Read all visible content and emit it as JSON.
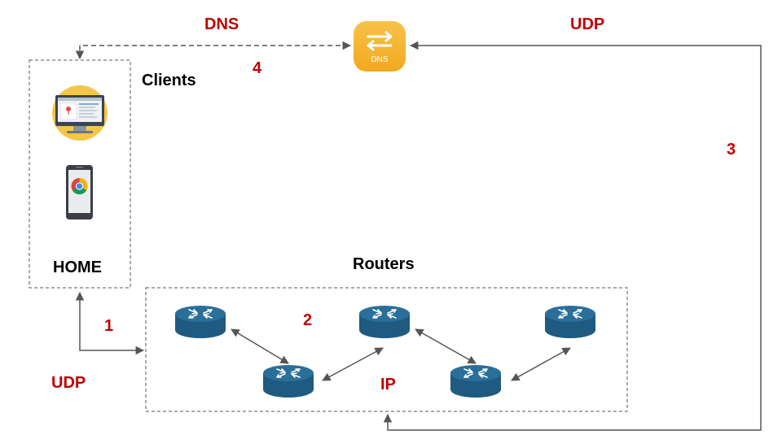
{
  "labels": {
    "dns": "DNS",
    "udp_top": "UDP",
    "udp_bottom": "UDP",
    "ip": "IP",
    "clients": "Clients",
    "home": "HOME",
    "routers": "Routers"
  },
  "steps": [
    "1",
    "2",
    "3",
    "4"
  ],
  "dns_server": {
    "icon_text": "DNS",
    "icon": "dns-exchange-icon"
  },
  "client_devices": [
    {
      "icon": "desktop-monitor-icon"
    },
    {
      "icon": "smartphone-chrome-icon"
    }
  ],
  "routers": [
    {
      "icon": "router-icon"
    },
    {
      "icon": "router-icon"
    },
    {
      "icon": "router-icon"
    },
    {
      "icon": "router-icon"
    },
    {
      "icon": "router-icon"
    }
  ],
  "colors": {
    "label_red": "#c00000",
    "router_blue": "#2a6f9a",
    "dns_orange": "#f5b731",
    "arrow_gray": "#555555"
  }
}
